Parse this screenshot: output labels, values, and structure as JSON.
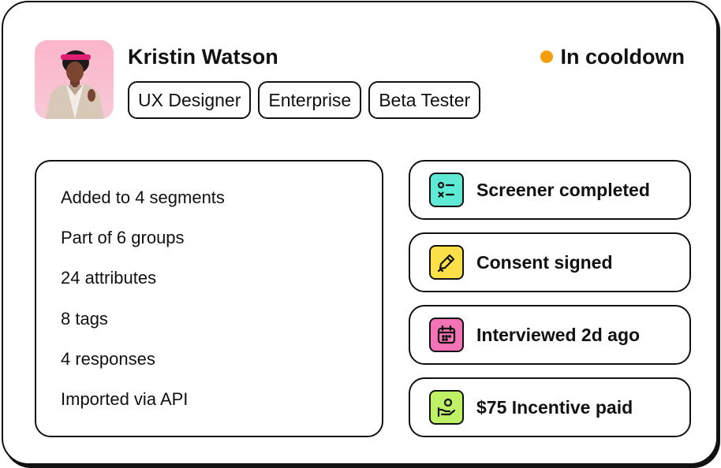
{
  "profile": {
    "name": "Kristin Watson",
    "avatar_icon": "profile-photo",
    "tags": [
      "UX Designer",
      "Enterprise",
      "Beta Tester"
    ]
  },
  "status": {
    "label": "In cooldown",
    "color": "#f59e0b"
  },
  "stats": [
    "Added to 4 segments",
    "Part of 6 groups",
    "24 attributes",
    "8 tags",
    "4 responses",
    "Imported via API"
  ],
  "milestones": [
    {
      "label": "Screener completed",
      "icon": "checklist-icon",
      "color": "#5eead4"
    },
    {
      "label": "Consent signed",
      "icon": "pencil-signature-icon",
      "color": "#fde047"
    },
    {
      "label": "Interviewed 2d ago",
      "icon": "calendar-icon",
      "color": "#f472b6"
    },
    {
      "label": "$75 Incentive paid",
      "icon": "hand-money-icon",
      "color": "#bef264"
    }
  ]
}
